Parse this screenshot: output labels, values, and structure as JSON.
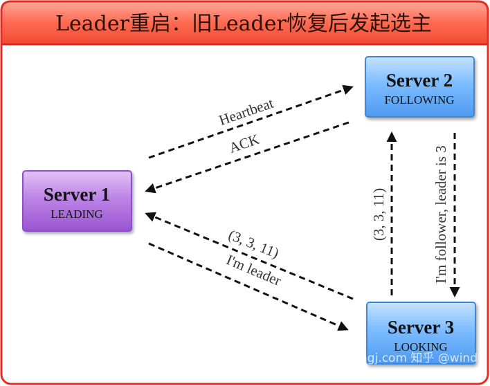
{
  "title": "Leader重启：旧Leader恢复后发起选主",
  "servers": {
    "s1": {
      "name": "Server 1",
      "state": "LEADING",
      "color": "#b070dc"
    },
    "s2": {
      "name": "Server 2",
      "state": "FOLLOWING",
      "color": "#66b0ff"
    },
    "s3": {
      "name": "Server 3",
      "state": "LOOKING",
      "color": "#66b0ff"
    }
  },
  "edges": {
    "heartbeat": "Heartbeat",
    "ack": "ACK",
    "vote_to_s1": "(3, 3, 11)",
    "im_leader": "I'm leader",
    "vote_to_s2": "(3, 3, 11)",
    "follower_reply": "I'm follower, leader is 3"
  },
  "watermark": "www.jasongj.com  知乎 @wind",
  "colors": {
    "frame": "#ee2a1f",
    "title_band": "#ff6a52"
  }
}
